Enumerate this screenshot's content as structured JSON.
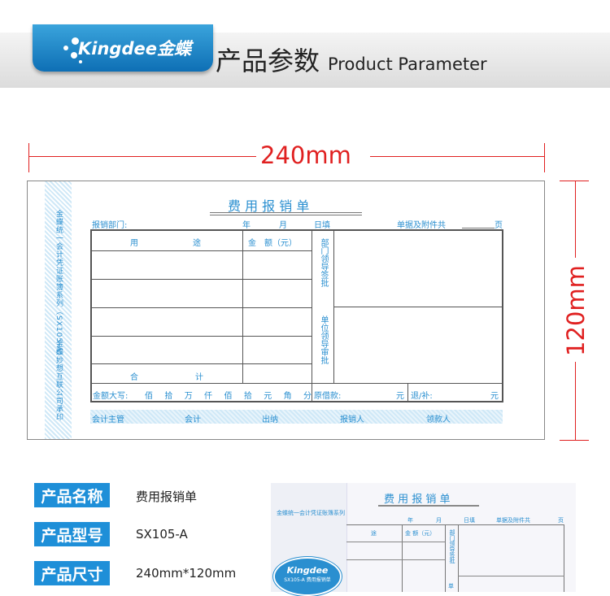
{
  "header": {
    "logo_text": "Kingdee金蝶",
    "title_cn": "产品参数",
    "title_en": "Product Parameter"
  },
  "dimensions": {
    "width": "240mm",
    "height": "120mm"
  },
  "form": {
    "side_text_1": "金蝶统一会计凭证账簿系列（SX105-A）",
    "side_text_2": "金蝶妙想互联公司承印",
    "title": "费 用 报 销 单",
    "dept": "报销部门:",
    "year": "年",
    "month": "月",
    "day": "日填",
    "attach": "单据及附件共",
    "page": "页",
    "col_purpose_1": "用",
    "col_purpose_2": "途",
    "col_amount": "金　额（元）",
    "dept_approval": "部门领导签批",
    "unit_approval": "单位领导审批",
    "total_1": "合",
    "total_2": "计",
    "amount_words": "金额大写:",
    "units": [
      "佰",
      "拾",
      "万",
      "仟",
      "佰",
      "拾",
      "元",
      "角",
      "分"
    ],
    "loan": "原借款:",
    "yuan": "元",
    "refund": "退/补:",
    "signers": [
      "会计主管",
      "会计",
      "出纳",
      "报销人",
      "领款人"
    ]
  },
  "specs": [
    {
      "label": "产品名称",
      "value": "费用报销单"
    },
    {
      "label": "产品型号",
      "value": "SX105-A"
    },
    {
      "label": "产品尺寸",
      "value": "240mm*120mm"
    }
  ],
  "photo": {
    "side_text": "金蝶统一会计凭证账簿系列",
    "title": "费 用 报 销 单",
    "year": "年",
    "month": "月",
    "day": "日填",
    "attach": "单据及附件共",
    "page": "页",
    "col1": "途",
    "col2": "金 额（元）",
    "col3": "部门领导签批",
    "col4": "单",
    "badge_brand": "Kingdee",
    "badge_model": "SX105-A 费用报销单"
  },
  "colors": {
    "accent": "#1e8fd8",
    "dimension": "#e02020"
  }
}
